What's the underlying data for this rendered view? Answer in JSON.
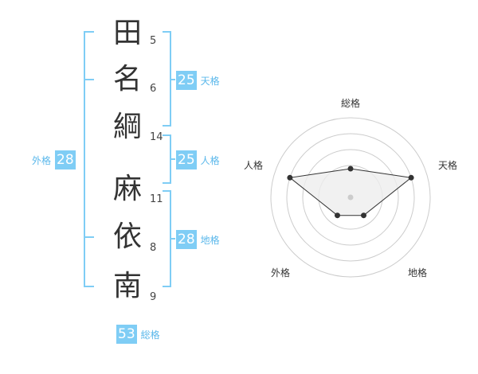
{
  "name": {
    "chars": [
      {
        "char": "田",
        "strokes": "5"
      },
      {
        "char": "名",
        "strokes": "6"
      },
      {
        "char": "綱",
        "strokes": "14"
      },
      {
        "char": "麻",
        "strokes": "11"
      },
      {
        "char": "依",
        "strokes": "8"
      },
      {
        "char": "南",
        "strokes": "9"
      }
    ]
  },
  "kaku": {
    "tenkaku": {
      "value": "25",
      "label": "天格"
    },
    "jinkaku": {
      "value": "25",
      "label": "人格"
    },
    "chikaku": {
      "value": "28",
      "label": "地格"
    },
    "gaikaku": {
      "value": "28",
      "label": "外格"
    },
    "soukaku": {
      "value": "53",
      "label": "総格"
    }
  },
  "radar": {
    "labels": {
      "top": "総格",
      "right": "天格",
      "bottom_right": "地格",
      "bottom_left": "外格",
      "left": "人格"
    },
    "values": {
      "soukaku": 0.45,
      "tenkaku": 1.0,
      "chikaku": 0.35,
      "gaikaku": 0.35,
      "jinkaku": 1.0
    },
    "colors": {
      "ring": "#cccccc",
      "fill": "#eeeeee",
      "line": "#333333",
      "dot": "#333333",
      "center": "#cccccc"
    }
  },
  "colors": {
    "accent": "#7fcdf5",
    "bracket": "#7fcdf5"
  }
}
